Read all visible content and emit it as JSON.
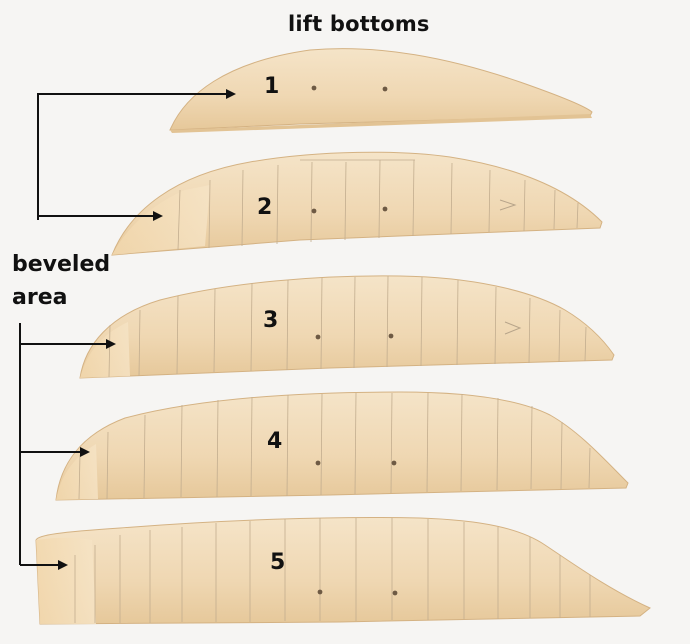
{
  "title": "lift bottoms",
  "side_label": {
    "line1": "beveled",
    "line2": "area"
  },
  "pieces": [
    {
      "number": "1"
    },
    {
      "number": "2"
    },
    {
      "number": "3"
    },
    {
      "number": "4"
    },
    {
      "number": "5"
    }
  ],
  "colors": {
    "background": "#f6f5f3",
    "wood_light": "#f3dfc0",
    "wood_mid": "#ecd2ab",
    "wood_edge": "#d9b98c",
    "pencil": "#b9a68a",
    "text": "#111111"
  }
}
